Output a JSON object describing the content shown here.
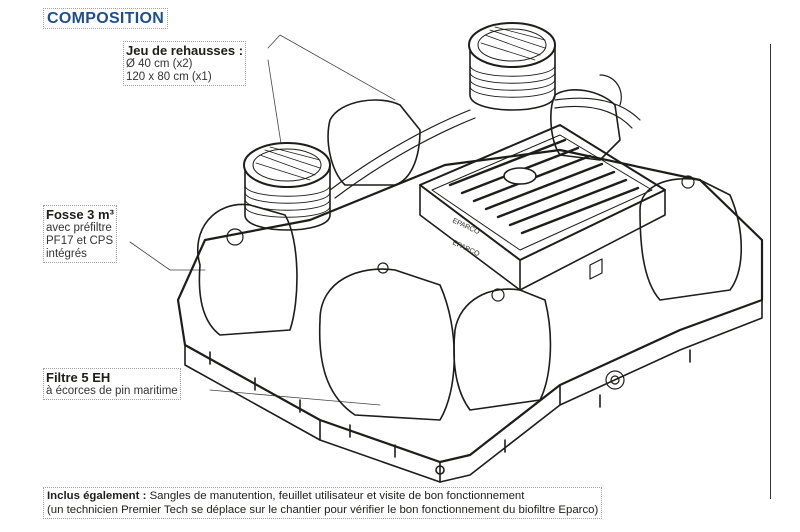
{
  "heading": "COMPOSITION",
  "labels": {
    "rehausses": {
      "title": "Jeu de rehausses :",
      "lines": [
        "Ø 40 cm (x2)",
        "120 x 80 cm (x1)"
      ]
    },
    "fosse": {
      "title": "Fosse 3 m³",
      "lines": [
        "avec préfiltre",
        "PF17 et CPS",
        "intégrés"
      ]
    },
    "filtre": {
      "title": "Filtre 5 EH",
      "lines": [
        "à écorces de pin maritime"
      ]
    }
  },
  "bottom_note": {
    "bold": "Inclus également :",
    "line1": "Sangles de manutention, feuillet utilisateur et visite de bon fonctionnement",
    "line2": "(un technicien Premier Tech se déplace sur le chantier pour vérifier le bon fonctionnement du biofiltre Eparco)"
  },
  "drawing_labels": {
    "lid_brand": "EPARCO"
  },
  "colors": {
    "heading": "#1f4f8b",
    "line": "#1d1d1b"
  }
}
